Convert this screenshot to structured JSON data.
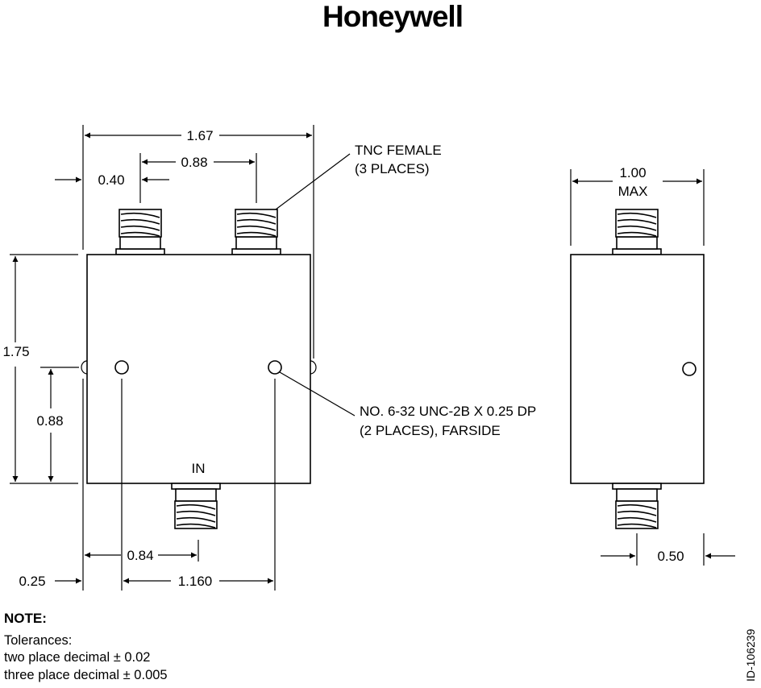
{
  "brand": "Honeywell",
  "dims": {
    "overall_width": "1.67",
    "port_spacing": "0.88",
    "port_offset": "0.40",
    "overall_height": "1.75",
    "hole_height": "0.88",
    "in_offset": "0.84",
    "hole_offset": "0.25",
    "hole_spacing": "1.160",
    "side_width": "1.00",
    "side_width_qual": "MAX",
    "side_port_offset": "0.50"
  },
  "callouts": {
    "connector_l1": "TNC FEMALE",
    "connector_l2": "(3 PLACES)",
    "hole_l1": "NO. 6-32 UNC-2B X 0.25 DP",
    "hole_l2": "(2 PLACES), FARSIDE"
  },
  "port_label": "IN",
  "note": {
    "title": "NOTE:",
    "lines": [
      "Tolerances:",
      "two place decimal ± 0.02",
      "three place decimal ± 0.005"
    ]
  },
  "drawing_id": "ID-106239"
}
